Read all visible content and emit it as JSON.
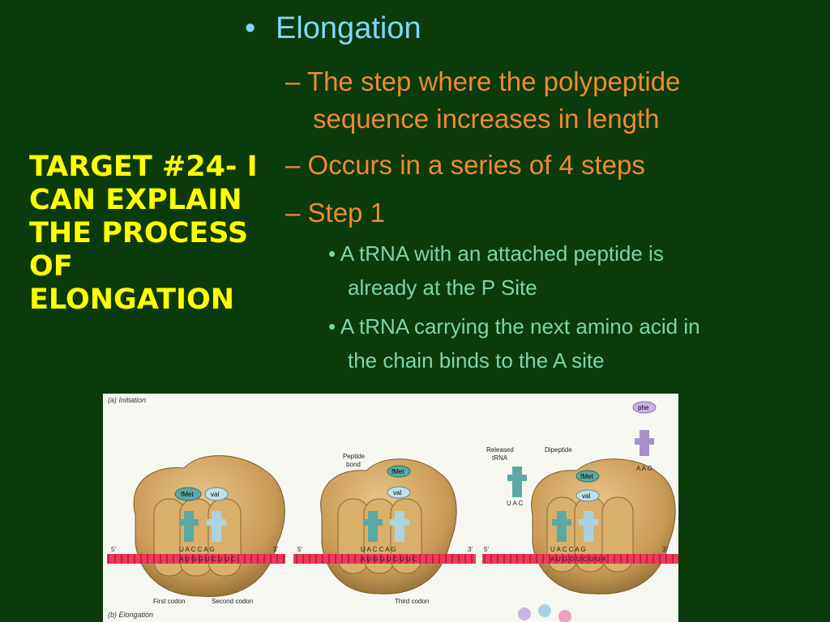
{
  "title": "Target #24- I can explain the process of elongation",
  "bullet": "Elongation",
  "sub": [
    {
      "line1": "– The step where the polypeptide",
      "line2": "sequence increases in length"
    },
    {
      "line1": "– Occurs in a series of 4 steps"
    },
    {
      "line1": "– Step 1"
    }
  ],
  "subsub": [
    {
      "line1": "A tRNA with an attached peptide is",
      "line2": "already at the P Site"
    },
    {
      "line1": "A tRNA carrying the next amino acid in",
      "line2": "the chain binds to the A site"
    }
  ],
  "figure": {
    "label_a": "(a) Initiation",
    "label_b": "(b) Elongation",
    "first_codon": "First codon",
    "second_codon": "Second codon",
    "third_codon": "Third codon",
    "peptide_bond": "Peptide",
    "peptide_bond2": "bond",
    "released": "Released",
    "released2": "tRNA",
    "dipeptide": "Dipeptide",
    "fmet": "fMet",
    "val": "val",
    "phe": "phe",
    "aag": "A A G",
    "uac": "U A C",
    "five": "5′",
    "three": "3′",
    "anticodons": "U A C C A G",
    "codons": "A U G G U C U U C",
    "codons3": "A U G G U C U U K"
  }
}
